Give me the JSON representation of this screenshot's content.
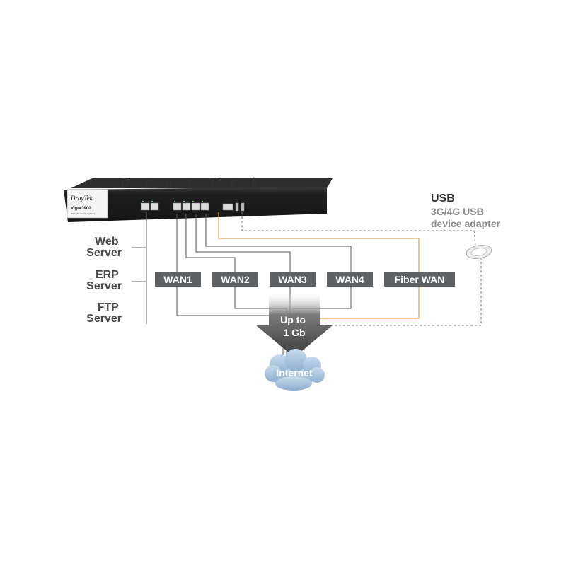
{
  "router": {
    "brand": "DrayTek",
    "brand_watermark": "DrayTek",
    "model": "Vigor3900",
    "model_subtitle": "Multi-WAN Security Appliance"
  },
  "servers": {
    "web": [
      "Web",
      "Server"
    ],
    "erp": [
      "ERP",
      "Server"
    ],
    "ftp": [
      "FTP",
      "Server"
    ]
  },
  "wan_labels": [
    "WAN1",
    "WAN2",
    "WAN3",
    "WAN4",
    "Fiber WAN"
  ],
  "usb": {
    "title": "USB",
    "line1": "3G/4G USB",
    "line2": "device adapter"
  },
  "bandwidth": [
    "Up to",
    "1 Gb"
  ],
  "cloud_label": "Internet",
  "colors": {
    "router_body": "#1c1c1c",
    "label_box": "#5e6265",
    "arrow": "#444444",
    "cloud": "#9fbbd6",
    "fiber_line": "#e5a64a",
    "usb_text": "#8a8a8a",
    "line": "#555555"
  }
}
